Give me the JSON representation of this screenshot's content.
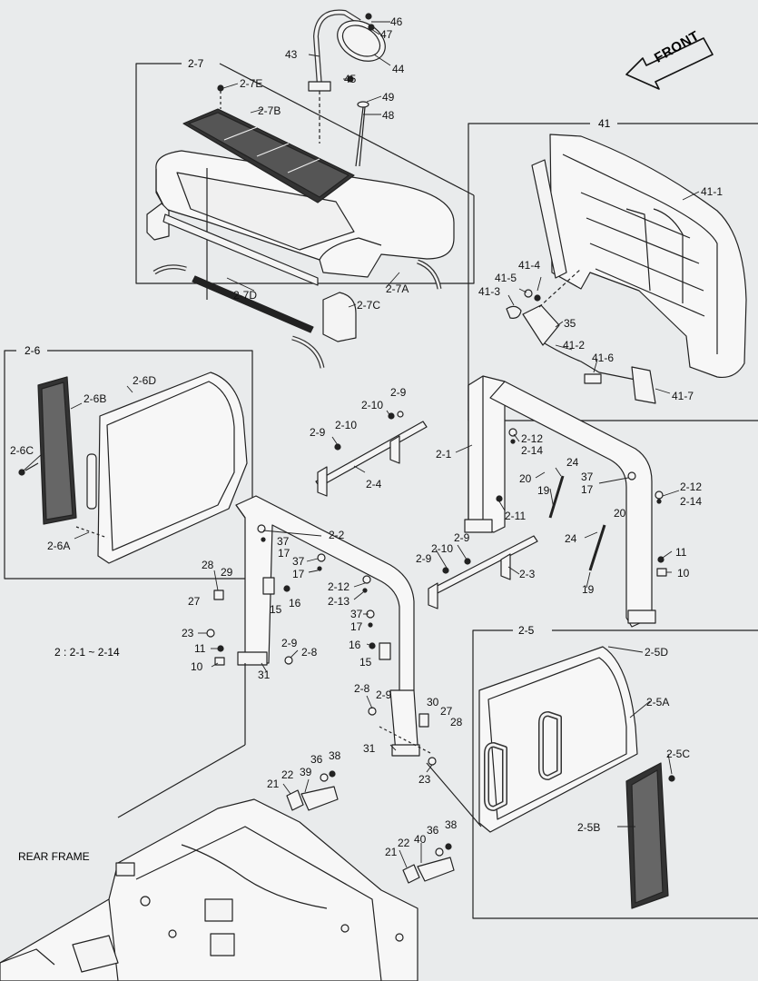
{
  "diagram": {
    "front_label": "FRONT",
    "rear_frame_label": "REAR FRAME",
    "range_note": "2 : 2-1 ~ 2-14",
    "callouts": [
      {
        "id": "c46",
        "text": "46"
      },
      {
        "id": "c47",
        "text": "47"
      },
      {
        "id": "c43",
        "text": "43"
      },
      {
        "id": "c44",
        "text": "44"
      },
      {
        "id": "c45",
        "text": "45"
      },
      {
        "id": "c49",
        "text": "49"
      },
      {
        "id": "c48",
        "text": "48"
      },
      {
        "id": "c27",
        "text": "2-7"
      },
      {
        "id": "c27e",
        "text": "2-7E"
      },
      {
        "id": "c27b",
        "text": "2-7B"
      },
      {
        "id": "c27d",
        "text": "2-7D"
      },
      {
        "id": "c27a",
        "text": "2-7A"
      },
      {
        "id": "c27c",
        "text": "2-7C"
      },
      {
        "id": "c41",
        "text": "41"
      },
      {
        "id": "c411",
        "text": "41-1"
      },
      {
        "id": "c414",
        "text": "41-4"
      },
      {
        "id": "c415",
        "text": "41-5"
      },
      {
        "id": "c413",
        "text": "41-3"
      },
      {
        "id": "c35",
        "text": "35"
      },
      {
        "id": "c412",
        "text": "41-2"
      },
      {
        "id": "c416",
        "text": "41-6"
      },
      {
        "id": "c417",
        "text": "41-7"
      },
      {
        "id": "c26",
        "text": "2-6"
      },
      {
        "id": "c26d",
        "text": "2-6D"
      },
      {
        "id": "c26b",
        "text": "2-6B"
      },
      {
        "id": "c26c",
        "text": "2-6C"
      },
      {
        "id": "c26a",
        "text": "2-6A"
      },
      {
        "id": "c29a",
        "text": "2-9"
      },
      {
        "id": "c210a",
        "text": "2-10"
      },
      {
        "id": "c29b",
        "text": "2-9"
      },
      {
        "id": "c210b",
        "text": "2-10"
      },
      {
        "id": "c24",
        "text": "2-4"
      },
      {
        "id": "c21",
        "text": "2-1"
      },
      {
        "id": "c212a",
        "text": "2-12"
      },
      {
        "id": "c214a",
        "text": "2-14"
      },
      {
        "id": "c20a",
        "text": "20"
      },
      {
        "id": "c24b",
        "text": "24"
      },
      {
        "id": "c19a",
        "text": "19"
      },
      {
        "id": "c37a",
        "text": "37"
      },
      {
        "id": "c17a",
        "text": "17"
      },
      {
        "id": "c212b",
        "text": "2-12"
      },
      {
        "id": "c214b",
        "text": "2-14"
      },
      {
        "id": "c211",
        "text": "2-11"
      },
      {
        "id": "c2b",
        "text": "2-2"
      },
      {
        "id": "c37b",
        "text": "37"
      },
      {
        "id": "c17b",
        "text": "17"
      },
      {
        "id": "c37c",
        "text": "37"
      },
      {
        "id": "c17c",
        "text": "17"
      },
      {
        "id": "c28",
        "text": "28"
      },
      {
        "id": "c29c",
        "text": "29"
      },
      {
        "id": "c27n",
        "text": "27"
      },
      {
        "id": "c16a",
        "text": "16"
      },
      {
        "id": "c15a",
        "text": "15"
      },
      {
        "id": "c212c",
        "text": "2-12"
      },
      {
        "id": "c213",
        "text": "2-13"
      },
      {
        "id": "c37d",
        "text": "37"
      },
      {
        "id": "c17d",
        "text": "17"
      },
      {
        "id": "c29d",
        "text": "2-9"
      },
      {
        "id": "c210c",
        "text": "2-10"
      },
      {
        "id": "c29e",
        "text": "2-9"
      },
      {
        "id": "c23",
        "text": "2-3"
      },
      {
        "id": "c20b",
        "text": "20"
      },
      {
        "id": "c24c",
        "text": "24"
      },
      {
        "id": "c19b",
        "text": "19"
      },
      {
        "id": "c11a",
        "text": "11"
      },
      {
        "id": "c10a",
        "text": "10"
      },
      {
        "id": "c23a",
        "text": "23"
      },
      {
        "id": "c11b",
        "text": "11"
      },
      {
        "id": "c10b",
        "text": "10"
      },
      {
        "id": "c29f",
        "text": "2-9"
      },
      {
        "id": "c28b",
        "text": "2-8"
      },
      {
        "id": "c31a",
        "text": "31"
      },
      {
        "id": "c16b",
        "text": "16"
      },
      {
        "id": "c15b",
        "text": "15"
      },
      {
        "id": "c28c",
        "text": "2-8"
      },
      {
        "id": "c29g",
        "text": "2-9"
      },
      {
        "id": "c30",
        "text": "30"
      },
      {
        "id": "c27m",
        "text": "27"
      },
      {
        "id": "c28m",
        "text": "28"
      },
      {
        "id": "c31b",
        "text": "31"
      },
      {
        "id": "c23b",
        "text": "23"
      },
      {
        "id": "c25",
        "text": "2-5"
      },
      {
        "id": "c25d",
        "text": "2-5D"
      },
      {
        "id": "c25a",
        "text": "2-5A"
      },
      {
        "id": "c25c",
        "text": "2-5C"
      },
      {
        "id": "c25b",
        "text": "2-5B"
      },
      {
        "id": "c36a",
        "text": "36"
      },
      {
        "id": "c38a",
        "text": "38"
      },
      {
        "id": "c21a",
        "text": "21"
      },
      {
        "id": "c22a",
        "text": "22"
      },
      {
        "id": "c39",
        "text": "39"
      },
      {
        "id": "c36b",
        "text": "36"
      },
      {
        "id": "c38b",
        "text": "38"
      },
      {
        "id": "c22b",
        "text": "22"
      },
      {
        "id": "c40",
        "text": "40"
      },
      {
        "id": "c21b",
        "text": "21"
      }
    ]
  }
}
